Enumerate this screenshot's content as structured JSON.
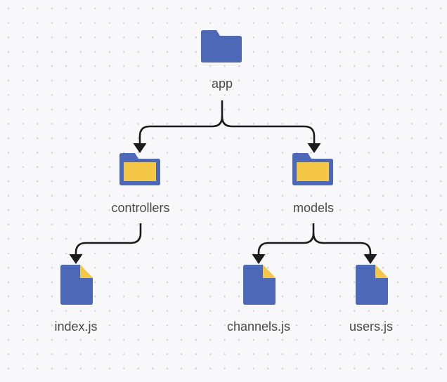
{
  "diagram": {
    "nodes": {
      "app": "app",
      "controllers": "controllers",
      "models": "models",
      "index": "index.js",
      "channels": "channels.js",
      "users": "users.js"
    },
    "icons": {
      "root": "folder-icon",
      "open_folder": "open-folder-icon",
      "file": "file-icon"
    },
    "colors": {
      "folder": "#4c68b6",
      "folder_inner": "#f5c746",
      "file": "#4c68b6",
      "file_fold": "#f5c746",
      "connector": "#1b1b1b",
      "label": "#4a4a4a"
    }
  }
}
